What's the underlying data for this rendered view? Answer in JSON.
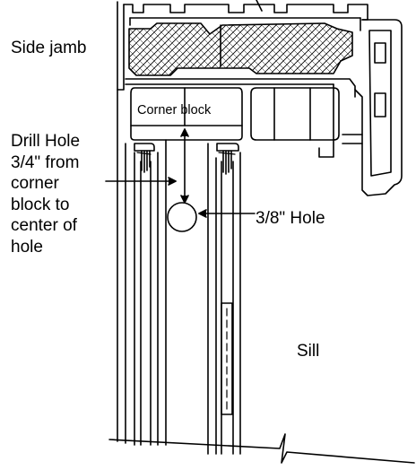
{
  "labels": {
    "side_jamb": "Side jamb",
    "corner_block": "Corner block",
    "drill_hole_lines": [
      "Drill Hole",
      "3/4\" from",
      "corner",
      "block to",
      "center of",
      "hole"
    ],
    "hole": "3/8\" Hole",
    "sill": "Sill"
  },
  "colors": {
    "line": "#000000",
    "background": "#ffffff"
  }
}
